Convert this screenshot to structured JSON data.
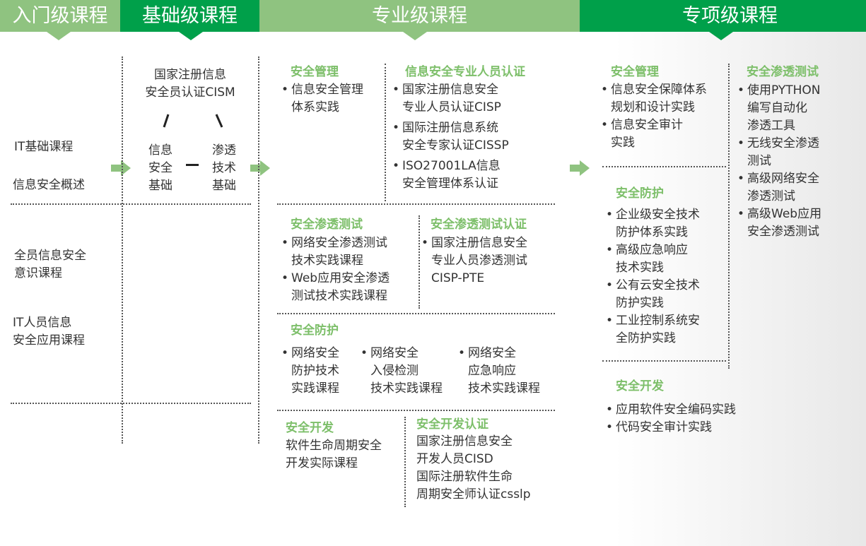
{
  "tabs": [
    "入门级课程",
    "基础级课程",
    "专业级课程",
    "专项级课程"
  ],
  "entry": {
    "items": [
      "IT基础课程",
      "信息安全概述",
      "全员信息安全\n意识课程",
      "IT人员信息\n安全应用课程"
    ]
  },
  "basic": {
    "cert": "国家注册信息\n安全员认证CISM",
    "left": "信息\n安全\n基础",
    "right": "渗透\n技术\n基础"
  },
  "pro": {
    "mgmt": {
      "title": "安全管理",
      "items": [
        "信息安全管理\n体系实践"
      ]
    },
    "cert": {
      "title": "信息安全专业人员认证",
      "items": [
        "国家注册信息安全\n专业人员认证CISP",
        "国际注册信息系统\n安全专家认证CISSP",
        "ISO27001LA信息\n安全管理体系认证"
      ]
    },
    "pentest": {
      "title": "安全渗透测试",
      "items": [
        "网络安全渗透测试\n技术实践课程",
        "Web应用安全渗透\n测试技术实践课程"
      ]
    },
    "pentest_cert": {
      "title": "安全渗透测试认证",
      "items": [
        "国家注册信息安全\n专业人员渗透测试\nCISP-PTE"
      ]
    },
    "defense": {
      "title": "安全防护",
      "items": [
        "网络安全\n防护技术\n实践课程",
        "网络安全\n入侵检测\n技术实践课程",
        "网络安全\n应急响应\n技术实践课程"
      ]
    },
    "dev": {
      "title": "安全开发",
      "text": "软件生命周期安全\n开发实际课程"
    },
    "dev_cert": {
      "title": "安全开发认证",
      "text": "国家注册信息安全\n开发人员CISD\n国际注册软件生命\n周期安全师认证csslp"
    }
  },
  "special": {
    "mgmt": {
      "title": "安全管理",
      "items": [
        "信息安全保障体系\n规划和设计实践",
        "信息安全审计\n实践"
      ]
    },
    "defense": {
      "title": "安全防护",
      "items": [
        "企业级安全技术\n防护体系实践",
        "高级应急响应\n技术实践",
        "公有云安全技术\n防护实践",
        "工业控制系统安\n全防护实践"
      ]
    },
    "dev": {
      "title": "安全开发",
      "items": [
        "应用软件安全编码实践",
        "代码安全审计实践"
      ]
    },
    "pentest": {
      "title": "安全渗透测试",
      "items": [
        "使用PYTHON\n编写自动化\n渗透工具",
        "无线安全渗透\n测试",
        "高级网络安全\n渗透测试",
        "高级Web应用\n安全渗透测试"
      ]
    }
  },
  "colors": {
    "light": "#8fc380",
    "dark": "#00a04a",
    "heading": "#7dbf6a"
  }
}
